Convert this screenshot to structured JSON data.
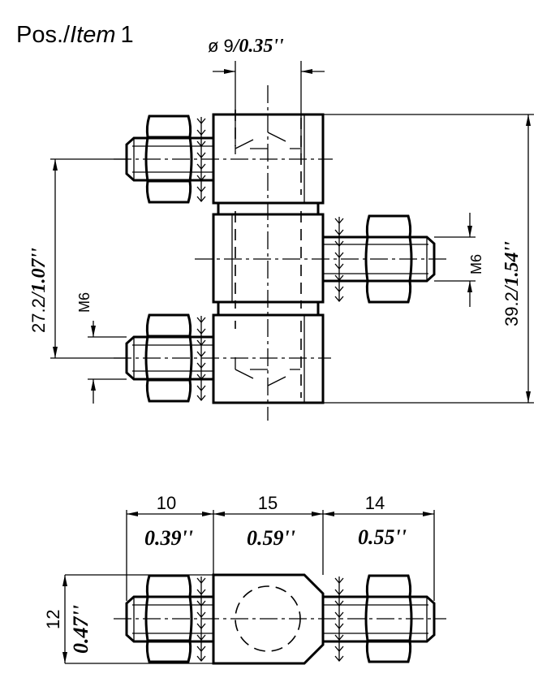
{
  "title": {
    "pos": "Pos./",
    "item": "Item",
    "number": "1"
  },
  "top_view": {
    "diameter_symbol": "ø",
    "diameter_mm": "9",
    "diameter_in": "/0.35''",
    "spacing_mm": "27.2",
    "spacing_in": "/1.07''",
    "height_mm": "39.2",
    "height_in": "/1.54''",
    "thread_left": "M6",
    "thread_right": "M6"
  },
  "bottom_view": {
    "dims": [
      {
        "mm": "10",
        "in": "0.39''"
      },
      {
        "mm": "15",
        "in": "0.59''"
      },
      {
        "mm": "14",
        "in": "0.55''"
      }
    ],
    "width_mm": "12",
    "width_in": "0.47''"
  }
}
